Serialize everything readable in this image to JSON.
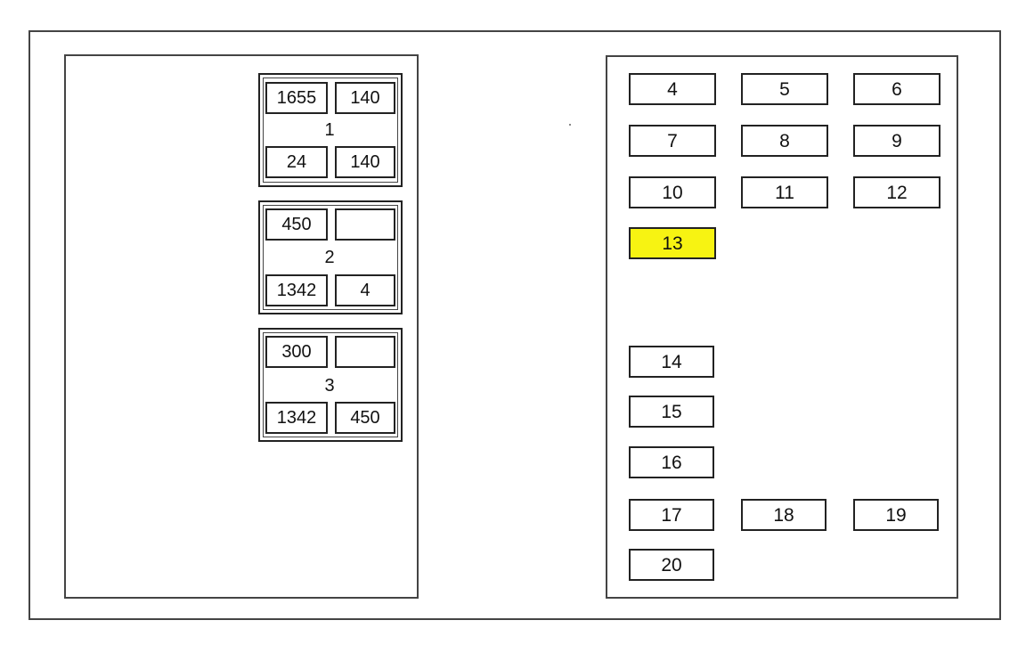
{
  "left_panel": {
    "groups": [
      {
        "number": "1",
        "top_left": "1655",
        "top_right": "140",
        "bottom_left": "24",
        "bottom_right": "140"
      },
      {
        "number": "2",
        "top_left": "450",
        "top_right": "",
        "bottom_left": "1342",
        "bottom_right": "4"
      },
      {
        "number": "3",
        "top_left": "300",
        "top_right": "",
        "bottom_left": "1342",
        "bottom_right": "450"
      }
    ]
  },
  "right_panel": {
    "fuses": [
      "4",
      "5",
      "6",
      "7",
      "8",
      "9",
      "10",
      "11",
      "12",
      "13",
      "14",
      "15",
      "16",
      "17",
      "18",
      "19",
      "20"
    ],
    "highlighted": "13",
    "highlight_color": "#f7f312"
  }
}
